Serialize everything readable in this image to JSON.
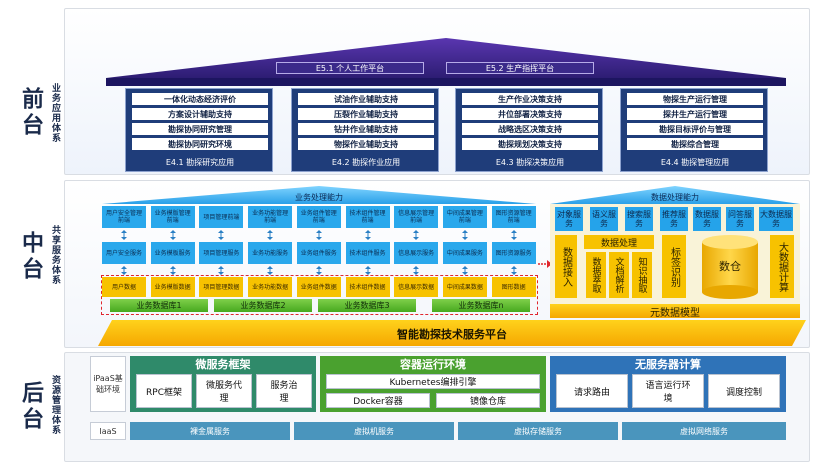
{
  "tiers": {
    "front": {
      "big": "前台",
      "small": "业务应用体系"
    },
    "middle": {
      "big": "中台",
      "small": "共享服务体系"
    },
    "back": {
      "big": "后台",
      "small": "资源管理体系"
    }
  },
  "front": {
    "e5": [
      "E5.1 个人工作平台",
      "E5.2 生产指挥平台"
    ],
    "e4": [
      {
        "items": [
          "一体化动态经济评价",
          "方案设计辅助支持",
          "勘探协同研究管理",
          "勘探协同研究环境"
        ],
        "label": "E4.1 勘探研究应用"
      },
      {
        "items": [
          "试油作业辅助支持",
          "压裂作业辅助支持",
          "钻井作业辅助支持",
          "物探作业辅助支持"
        ],
        "label": "E4.2 勘探作业应用"
      },
      {
        "items": [
          "生产作业决策支持",
          "井位部署决策支持",
          "战略选区决策支持",
          "勘探规划决策支持"
        ],
        "label": "E4.3 勘探决策应用"
      },
      {
        "items": [
          "物探生产运行管理",
          "探井生产运行管理",
          "勘探目标评价与管理",
          "勘探综合管理"
        ],
        "label": "E4.4 勘探管理应用"
      }
    ]
  },
  "middle": {
    "business_title": "业务处理能力",
    "business_columns": [
      {
        "top": "用户安全管理前端",
        "mid": "用户安全服务",
        "bot": "用户数据"
      },
      {
        "top": "业务模版管理前端",
        "mid": "业务模板服务",
        "bot": "业务模版数据"
      },
      {
        "top": "项目管理前端",
        "mid": "项目管理服务",
        "bot": "项目管理数据"
      },
      {
        "top": "业务功能管理前端",
        "mid": "业务功能服务",
        "bot": "业务功能数据"
      },
      {
        "top": "业务组件管理前端",
        "mid": "业务组件服务",
        "bot": "业务组件数据"
      },
      {
        "top": "技术组件管理前端",
        "mid": "技术组件服务",
        "bot": "技术组件数据"
      },
      {
        "top": "信息展示管理前端",
        "mid": "信息展示服务",
        "bot": "信息展示数据"
      },
      {
        "top": "中间成果管理前端",
        "mid": "中间成果服务",
        "bot": "中间成果数据"
      },
      {
        "top": "图形资源管理前端",
        "mid": "图形资源服务",
        "bot": "图形数据"
      }
    ],
    "business_dbs": [
      "业务数据库1",
      "业务数据库2",
      "业务数据库3",
      "业务数据库n"
    ],
    "data_title": "数据处理能力",
    "data_services": [
      "对象服务",
      "语义服务",
      "搜索服务",
      "推荐服务",
      "数据服务",
      "问答服务",
      "大数据服务"
    ],
    "data_access": "数据接入",
    "data_processing": "数据处理",
    "data_extract": "数据萃取",
    "doc_parse": "文档解析",
    "knowledge_extract": "知识抽取",
    "tag_recognition": "标签识别",
    "data_warehouse": "数仓",
    "big_data_compute": "大数据计算",
    "metadata_model": "元数据模型",
    "platform": "智能勘探技术服务平台"
  },
  "back": {
    "paas_label": "iPaaS基础环境",
    "iaas_label": "IaaS",
    "paas_groups": [
      {
        "title": "微服务框架",
        "items": [
          "RPC框架",
          "微服务代理",
          "服务治理"
        ]
      },
      {
        "title": "容器运行环境",
        "items": [
          "Kubernetes编排引擎",
          "Docker容器",
          "镜像仓库"
        ]
      },
      {
        "title": "无服务器计算",
        "items": [
          "请求路由",
          "语言运行环境",
          "调度控制"
        ]
      }
    ],
    "iaas_items": [
      "裸金属服务",
      "虚拟机服务",
      "虚拟存储服务",
      "虚拟网络服务"
    ]
  },
  "colors": {
    "roof": "#2d1d73",
    "e4": "#1f3d7a",
    "service_blue": "#2aa8ec",
    "data_yellow": "#f7c200",
    "db_green": "#47a81f",
    "paas_micro": "#2f8a6a",
    "paas_container": "#4aa12f",
    "paas_serverless": "#2f73b8",
    "iaas": "#4a95bd"
  }
}
